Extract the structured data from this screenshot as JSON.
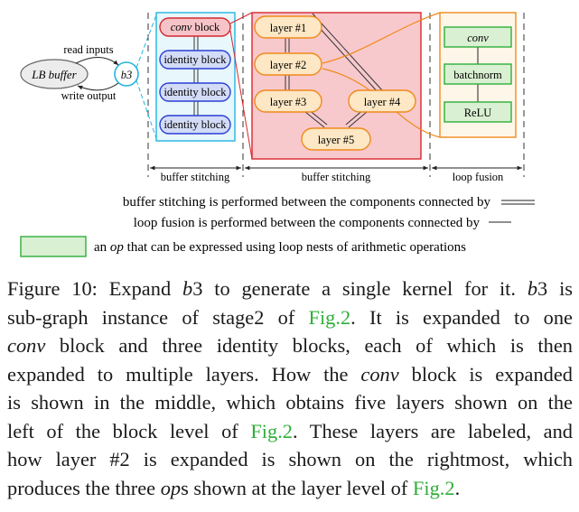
{
  "diagram": {
    "lb_buffer": "LB buffer",
    "b3": "b3",
    "read_inputs": "read inputs",
    "write_output": "write output",
    "conv_block": {
      "word": "conv",
      "suffix": " block"
    },
    "identity_blocks": [
      "identity block",
      "identity block",
      "identity block"
    ],
    "layers": [
      "layer #1",
      "layer #2",
      "layer #3",
      "layer #4",
      "layer #5"
    ],
    "ops": [
      "conv",
      "batchnorm",
      "ReLU"
    ],
    "section_labels": [
      "buffer stitching",
      "buffer stitching",
      "loop fusion"
    ],
    "legend": {
      "stitching": "buffer stitching is performed between the components connected by",
      "fusion": "loop fusion is performed between the components connected by",
      "op_prefix": "an",
      "op_word": "op",
      "op_suffix": "that can be expressed using loop nests of arithmetic operations"
    },
    "colors": {
      "blue": "#2b3fd6",
      "blue_fill": "#d3dcf7",
      "red": "#d6282f",
      "red_fill": "#f6c4c8",
      "orange": "#f08a1c",
      "orange_fill": "#fde7c4",
      "green": "#2fae3a",
      "green_fill": "#d9f0d2",
      "cyan": "#22b5e0"
    }
  },
  "caption": {
    "lines": [
      [
        "Figure 10: Expand ",
        "<i>b</i>3",
        " to generate a single kernel for it. ",
        "<i>b</i>3",
        " is"
      ],
      [
        "sub-graph instance of stage2 of ",
        "link:Fig.2",
        ". It is expanded to one"
      ],
      [
        "<i>conv</i>",
        " block and three identity blocks, each of which is then"
      ],
      [
        "expanded to multiple layers. How the ",
        "<i>conv</i>",
        " block is expanded"
      ],
      [
        "is shown in the middle, which obtains five layers shown on the"
      ],
      [
        "left of the block level of ",
        "link:Fig.2",
        ". These layers are labeled, and"
      ],
      [
        "how layer #2 is expanded is shown on the rightmost, which"
      ],
      [
        "produces the three ",
        "<i>op</i>",
        "s shown at the layer level of ",
        "link:Fig.2",
        "."
      ]
    ]
  }
}
